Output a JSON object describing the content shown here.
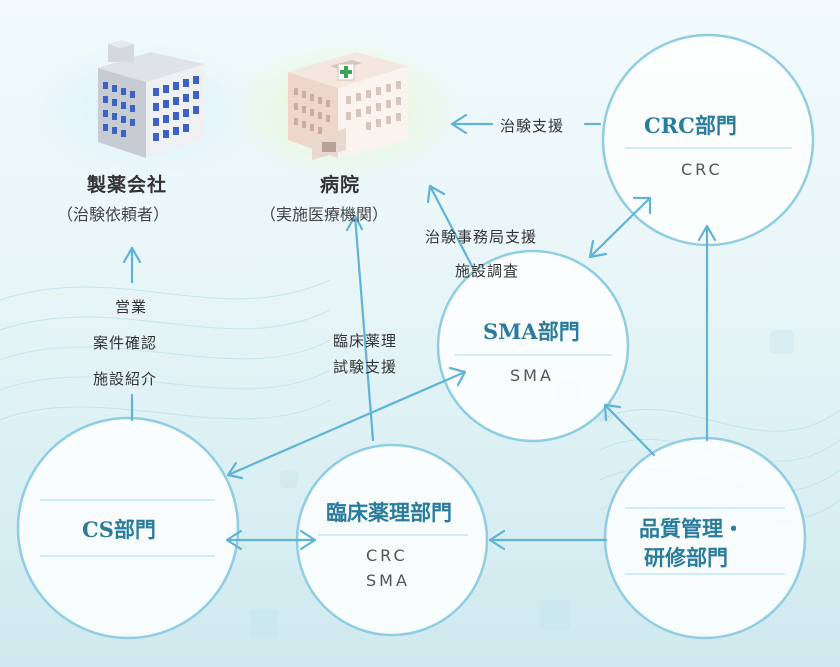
{
  "nodes": {
    "pharma": {
      "title": "製薬会社",
      "subtitle": "（治験依頼者）"
    },
    "hospital": {
      "title": "病院",
      "subtitle": "（実施医療機関）"
    },
    "crc": {
      "title": "CRC部門",
      "subtitle": "CRC"
    },
    "sma": {
      "title": "SMA部門",
      "subtitle": "SMA"
    },
    "cs": {
      "title": "CS部門"
    },
    "pharmacology": {
      "title": "臨床薬理部門",
      "subtitle_1": "CRC",
      "subtitle_2": "SMA"
    },
    "quality": {
      "title_1": "品質管理・",
      "title_2": "研修部門"
    }
  },
  "labels": {
    "crc_to_hospital": "治験支援",
    "sma_to_hospital_1": "治験事務局支援",
    "sma_to_hospital_2": "施設調査",
    "cs_to_pharma_1": "営業",
    "cs_to_pharma_2": "案件確認",
    "cs_to_pharma_3": "施設紹介",
    "pharmacology_to_hospital_1": "臨床薬理",
    "pharmacology_to_hospital_2": "試験支援"
  },
  "colors": {
    "circle_stroke": "#8fcde3",
    "arrow": "#5fb3d6",
    "title": "#2a7c9d"
  }
}
